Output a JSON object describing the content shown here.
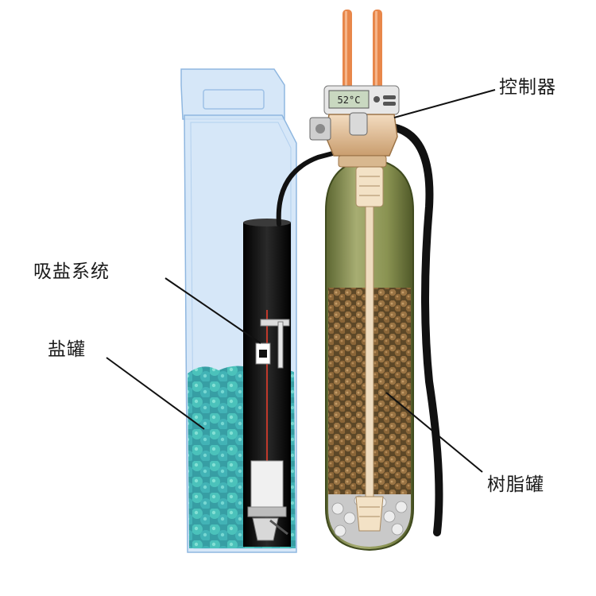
{
  "labels": {
    "controller": "控制器",
    "suction_system": "吸盐系统",
    "salt_tank": "盐罐",
    "resin_tank": "树脂罐"
  },
  "display": {
    "reading": "52°C"
  },
  "colors": {
    "salt_tank": "#cfe3f7",
    "salt_tank_edge": "#8fb7e0",
    "salt_pellets": "#3fb9b0",
    "resin_tank": "#6f7a3a",
    "resin_beads": "#8a6a3a",
    "inlet_pipes": "#e8874a",
    "valve_body": "#e8c9a4",
    "hose": "#111111"
  }
}
